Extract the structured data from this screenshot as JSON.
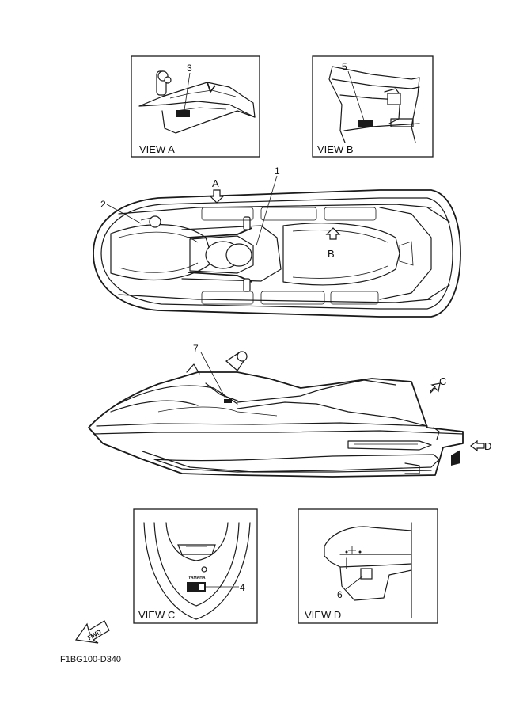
{
  "views": {
    "a": "VIEW A",
    "b": "VIEW B",
    "c": "VIEW C",
    "d": "VIEW D"
  },
  "callouts": {
    "n1": "1",
    "n2": "2",
    "n3": "3",
    "n4": "4",
    "n5": "5",
    "n6": "6",
    "n7": "7"
  },
  "view_pointers": {
    "a": "A",
    "b": "B",
    "c": "C",
    "d": "D"
  },
  "fwd_label": "FWD",
  "badge_label": "YAMAHA",
  "drawing_code": "F1BG100-D340"
}
